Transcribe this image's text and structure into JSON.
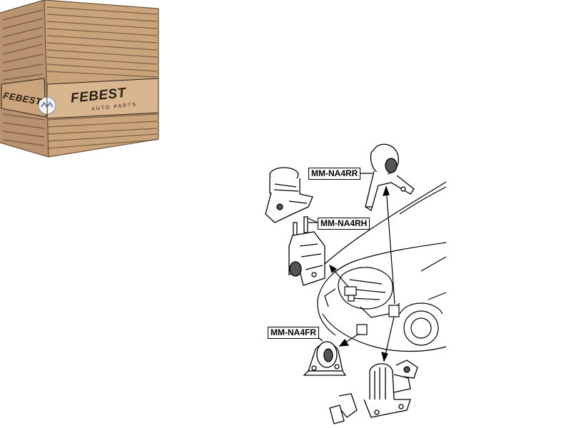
{
  "box": {
    "brand": "FEBEST",
    "subtitle": "AUTO PARTS"
  },
  "labels": {
    "rear_mount": "MM-NA4RR",
    "right_mount": "MM-NA4RH",
    "front_mount": "MM-NA4FR"
  },
  "colors": {
    "box_light": "#d9b892",
    "box_mid": "#c9a37a",
    "box_dark": "#a88563",
    "ink": "#2b2016",
    "line": "#000000"
  }
}
